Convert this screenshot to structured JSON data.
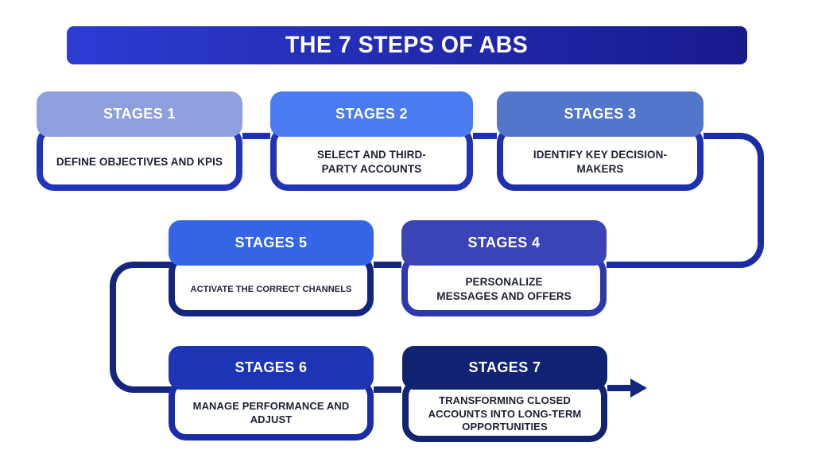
{
  "title": {
    "text": "THE 7 STEPS OF ABS",
    "gradient_start": "#2c3cd3",
    "gradient_end": "#181a8d"
  },
  "stages": [
    {
      "label": "STAGES 1",
      "description": "DEFINE OBJECTIVES AND KPIS",
      "header_color": "#8f9fdd",
      "border_color": "#2235ba"
    },
    {
      "label": "STAGES 2",
      "description": "SELECT AND THIRD-PARTY ACCOUNTS",
      "header_color": "#4a7bf0",
      "border_color": "#2133b6"
    },
    {
      "label": "STAGES 3",
      "description": "IDENTIFY KEY DECISION-MAKERS",
      "header_color": "#5376cd",
      "border_color": "#1e30b0"
    },
    {
      "label": "STAGES 4",
      "description": "PERSONALIZE MESSAGES AND OFFERS",
      "header_color": "#3b44b6",
      "border_color": "#2c38ae"
    },
    {
      "label": "STAGES 5",
      "description": "ACTIVATE THE CORRECT CHANNELS",
      "header_color": "#3465e6",
      "border_color": "#13257e"
    },
    {
      "label": "STAGES 6",
      "description": "MANAGE PERFORMANCE AND ADJUST",
      "header_color": "#1c35b5",
      "border_color": "#1a2caa"
    },
    {
      "label": "STAGES 7",
      "description": "TRANSFORMING CLOSED ACCOUNTS INTO LONG-TERM OPPORTUNITIES",
      "header_color": "#112270",
      "border_color": "#112470"
    }
  ],
  "connectors": {
    "arrow_icon": "arrow-right",
    "color_top_row": "#1e30b5",
    "color_bracket_right": "#1b2da6",
    "color_bracket_left": "#13257e",
    "color_mid_row": "#15267e",
    "color_bottom_row": "#14257c",
    "color_arrow": "#14257c"
  }
}
